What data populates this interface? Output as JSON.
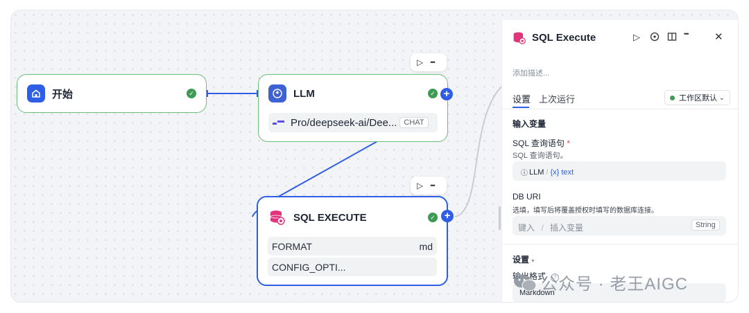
{
  "nodes": {
    "start": {
      "title": "开始"
    },
    "llm": {
      "title": "LLM",
      "model": "Pro/deepseek-ai/Dee...",
      "model_tag": "CHAT"
    },
    "sql": {
      "title": "SQL EXECUTE",
      "format_label": "FORMAT",
      "format_value": "md",
      "config_label": "CONFIG_OPTI..."
    }
  },
  "toolbar": {
    "run_glyph": "▷",
    "more_glyph": "•••"
  },
  "panel": {
    "title": "SQL Execute",
    "description_placeholder": "添加描述...",
    "tabs": [
      "设置",
      "上次运行"
    ],
    "workspace_label": "工作区默认",
    "input_section": "输入变量",
    "sql_label": "SQL 查询语句",
    "sql_required": "*",
    "sql_hint": "SQL 查询语句。",
    "sql_source_node": "LLM",
    "sql_separator": "/",
    "sql_var": "{x} text",
    "db_label": "DB URI",
    "db_hint": "选填，填写后将覆盖授权时填写的数据库连接。",
    "db_placeholder_a": "键入",
    "db_placeholder_sep": "/",
    "db_placeholder_b": "插入变量",
    "db_type": "String",
    "settings_label": "设置",
    "output_format_label": "输出格式",
    "output_format_value": "Markdown"
  },
  "watermark": "公众号 · 老王AIGC",
  "colors": {
    "accent": "#2e5ee6",
    "start_border": "#6bbf7b",
    "success": "#3d9b54",
    "sql_icon": "#e0357a"
  }
}
